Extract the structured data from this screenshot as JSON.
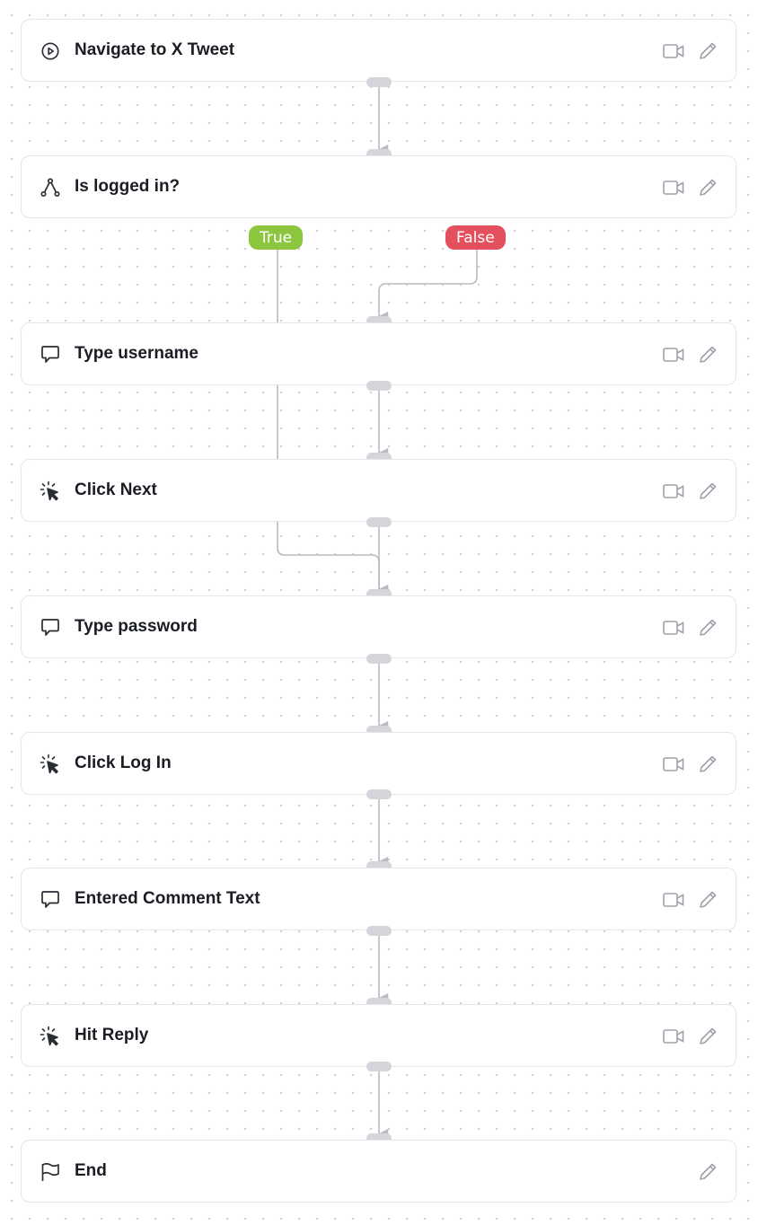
{
  "steps": [
    {
      "id": "navigate",
      "title": "Navigate to X Tweet",
      "icon": "play-circle-icon",
      "has_video": true
    },
    {
      "id": "logged-in",
      "title": "Is logged in?",
      "icon": "branch-icon",
      "has_video": true
    },
    {
      "id": "type-username",
      "title": "Type username",
      "icon": "chat-bubble-icon",
      "has_video": true
    },
    {
      "id": "click-next",
      "title": "Click Next",
      "icon": "click-cursor-icon",
      "has_video": true
    },
    {
      "id": "type-password",
      "title": "Type password",
      "icon": "chat-bubble-icon",
      "has_video": true
    },
    {
      "id": "click-login",
      "title": "Click Log In",
      "icon": "click-cursor-icon",
      "has_video": true
    },
    {
      "id": "comment-text",
      "title": "Entered Comment Text",
      "icon": "chat-bubble-icon",
      "has_video": true
    },
    {
      "id": "hit-reply",
      "title": "Hit Reply",
      "icon": "click-cursor-icon",
      "has_video": true
    },
    {
      "id": "end",
      "title": "End",
      "icon": "flag-icon",
      "has_video": false
    }
  ],
  "branches": {
    "true_label": "True",
    "false_label": "False",
    "true_color": "#8cc63f",
    "false_color": "#e5505e"
  },
  "colors": {
    "edge": "#b8bbc2",
    "handle": "#d4d6db",
    "icon": "#2a2d34",
    "action_icon": "#9ea2aa"
  }
}
